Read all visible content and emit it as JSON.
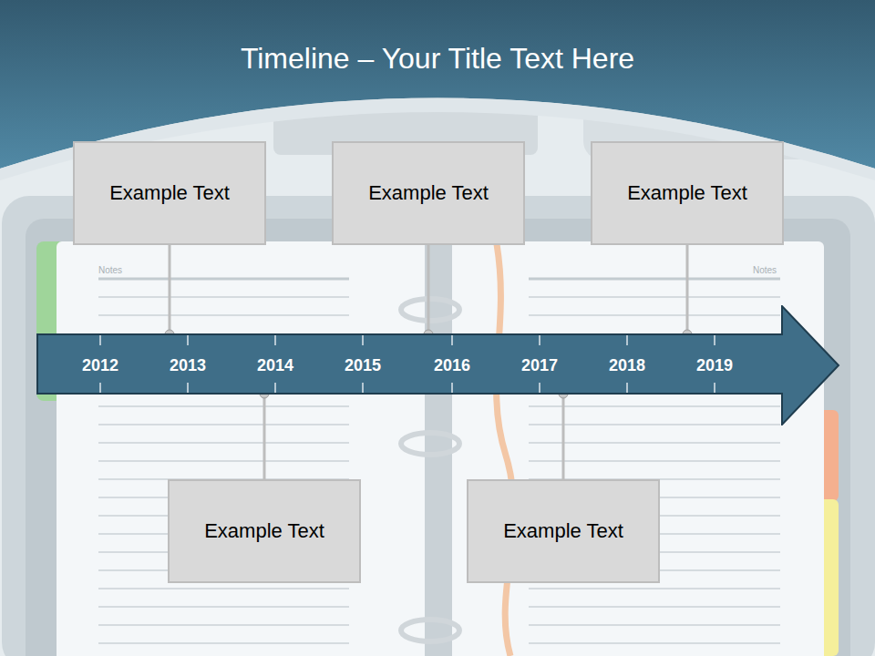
{
  "diagram": {
    "title": "Timeline – Your Title Text Here",
    "nodes": [
      {
        "text": [
          "Example Text"
        ]
      },
      {
        "text": [
          "Example Text"
        ]
      },
      {
        "text": [
          "Example Text"
        ]
      },
      {
        "text": [
          "2012",
          "2013",
          "2014",
          "2015",
          "2016",
          "2017",
          "2018",
          "2019"
        ]
      },
      {
        "text": [
          "Example Text"
        ]
      },
      {
        "text": [
          "Example Text"
        ]
      }
    ],
    "edges": [
      {
        "from": 0,
        "to": 3,
        "arrow": "none"
      },
      {
        "from": 1,
        "to": 3,
        "arrow": "none"
      },
      {
        "from": 2,
        "to": 3,
        "arrow": "none"
      },
      {
        "from": 4,
        "to": 3,
        "arrow": "none"
      },
      {
        "from": 5,
        "to": 3,
        "arrow": "none"
      }
    ],
    "labels": [
      "Notes",
      "Notes"
    ]
  }
}
